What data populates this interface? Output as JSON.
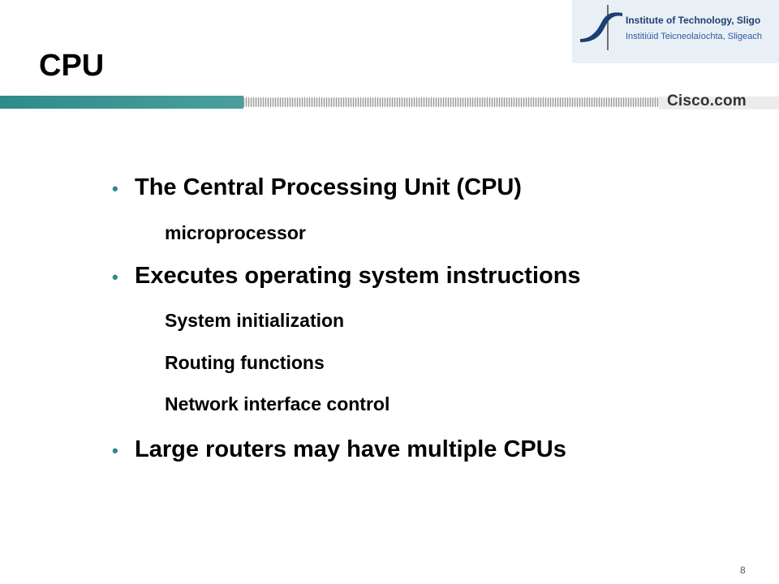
{
  "header": {
    "institute_name": "Institute of Technology, Sligo",
    "institute_name_irish": "Institiúid Teicneolaíochta, Sligeach",
    "brand": "Cisco.com"
  },
  "slide": {
    "title": "CPU",
    "page_number": "8"
  },
  "bullets": [
    {
      "text": "The Central Processing Unit (CPU)",
      "subs": [
        "microprocessor"
      ]
    },
    {
      "text": "Executes operating system instructions",
      "subs": [
        "System initialization",
        "Routing functions",
        "Network interface control"
      ]
    },
    {
      "text": "Large routers may have multiple CPUs",
      "subs": []
    }
  ],
  "colors": {
    "accent_teal": "#2f8b8a",
    "logo_blue": "#1e3f73",
    "header_gray": "#c8c8c8"
  }
}
